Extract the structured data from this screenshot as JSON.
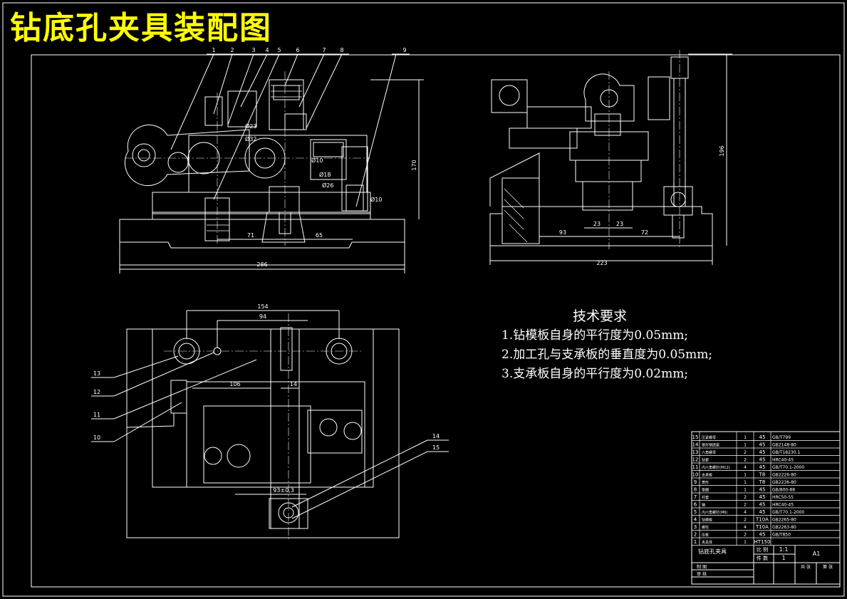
{
  "title": "钻底孔夹具装配图",
  "requirements": {
    "heading": "技术要求",
    "items": [
      "1.钻模板自身的平行度为0.05mm;",
      "2.加工孔与支承板的垂直度为0.05mm;",
      "3.支承板自身的平行度为0.02mm;"
    ]
  },
  "front_view": {
    "part_callouts": [
      "1",
      "2",
      "3",
      "4",
      "5",
      "6",
      "7",
      "8",
      "9"
    ],
    "dimensions": [
      "170",
      "71",
      "65",
      "286"
    ],
    "fits": [
      "Ø23",
      "Ø32",
      "Ø10",
      "Ø18",
      "Ø26",
      "Ø10"
    ]
  },
  "side_view": {
    "dimensions": [
      "196",
      "93",
      "23",
      "23",
      "72",
      "223"
    ]
  },
  "top_view": {
    "part_callouts": [
      "13",
      "12",
      "11",
      "10",
      "14",
      "15"
    ],
    "dimensions": [
      "154",
      "94",
      "106",
      "14",
      "93±0.3"
    ]
  },
  "bom": {
    "rows": [
      {
        "no": "15",
        "name": "压紧螺母",
        "qty": "1",
        "material": "45",
        "std": "GB/T799"
      },
      {
        "no": "14",
        "name": "菱形销底座",
        "qty": "1",
        "material": "45",
        "std": "GB2148-80"
      },
      {
        "no": "13",
        "name": "六角螺母",
        "qty": "2",
        "material": "45",
        "std": "GB/T18230.1"
      },
      {
        "no": "12",
        "name": "钻套",
        "qty": "2",
        "material": "45",
        "std": "HRC40-45"
      },
      {
        "no": "11",
        "name": "内六角螺钉(M12)",
        "qty": "4",
        "material": "45",
        "std": "GB/T70.1-2000"
      },
      {
        "no": "10",
        "name": "支承板",
        "qty": "1",
        "material": "T8",
        "std": "GB2226-80"
      },
      {
        "no": "9",
        "name": "菱形",
        "qty": "1",
        "material": "T8",
        "std": "GB2236-80"
      },
      {
        "no": "8",
        "name": "垫圈",
        "qty": "1",
        "material": "45",
        "std": "GB/800-88"
      },
      {
        "no": "7",
        "name": "衬套",
        "qty": "2",
        "material": "45",
        "std": "HRC50-55"
      },
      {
        "no": "6",
        "name": "轴",
        "qty": "2",
        "material": "45",
        "std": "HRC40-45"
      },
      {
        "no": "5",
        "name": "内六角螺钉(M6)",
        "qty": "4",
        "material": "45",
        "std": "GB/T70.1-2000"
      },
      {
        "no": "4",
        "name": "钻模板",
        "qty": "2",
        "material": "T10A",
        "std": "GB2265-80"
      },
      {
        "no": "3",
        "name": "螺柱",
        "qty": "4",
        "material": "T10A",
        "std": "GB2263-80"
      },
      {
        "no": "2",
        "name": "压板",
        "qty": "2",
        "material": "45",
        "std": "GB/T850"
      },
      {
        "no": "1",
        "name": "夹具体",
        "qty": "1",
        "material": "HT150",
        "std": ""
      }
    ],
    "drawing_name": "钻底孔夹具",
    "scale_label": "比 例",
    "scale": "1:1",
    "count_label": "件 数",
    "count": "1",
    "sheet": "A1",
    "labels": {
      "drafter": "制 图",
      "checker": "审 核",
      "weight": "共 张",
      "sheet_no": "第 张"
    }
  },
  "colors": {
    "background": "#000000",
    "line": "#ffffff",
    "title": "#ffff00"
  }
}
